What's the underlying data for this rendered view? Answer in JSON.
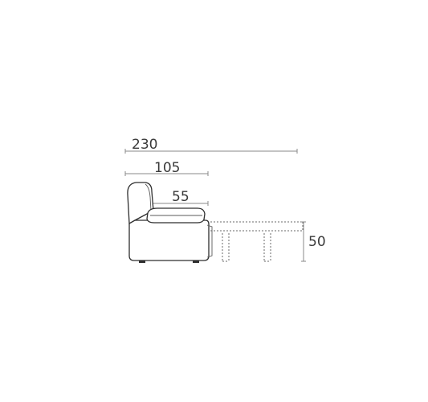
{
  "dimensions": {
    "total_length": "230",
    "sofa_depth": "105",
    "seat_depth": "55",
    "bed_height": "50"
  }
}
